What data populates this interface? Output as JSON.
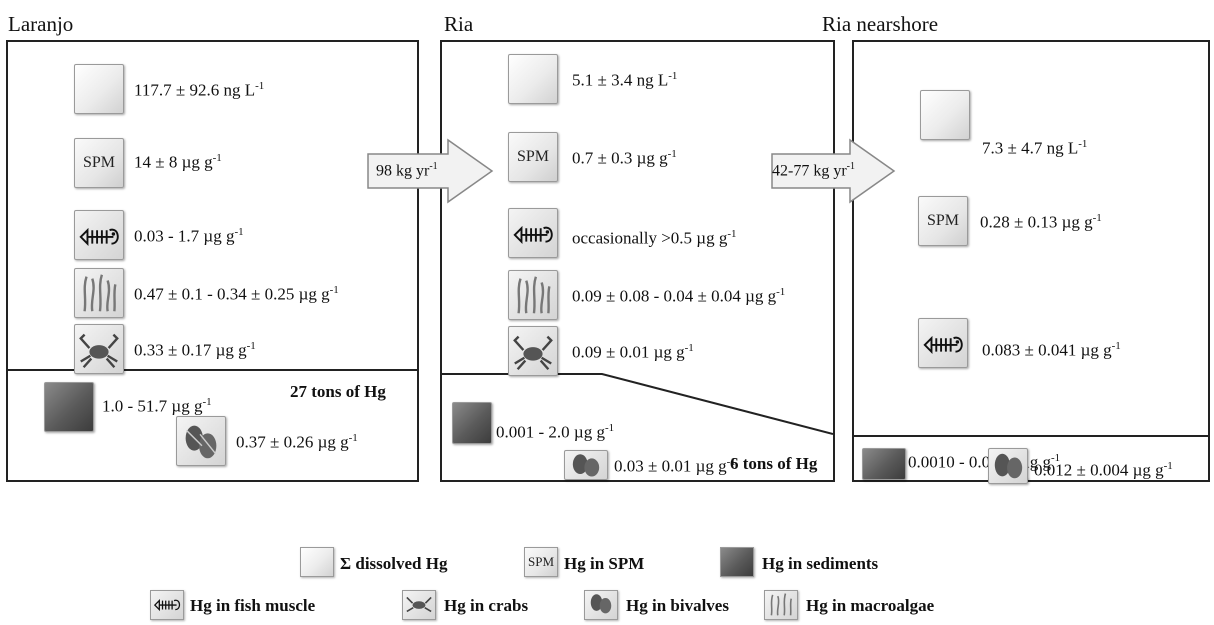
{
  "panels": {
    "laranjo": {
      "title": "Laranjo",
      "dissolved": "117.7 ± 92.6 ng L",
      "spm_label": "SPM",
      "spm": "14 ± 8 µg g",
      "fish": "0.03 - 1.7 µg g",
      "macroalgae": "0.47 ± 0.1 - 0.34 ± 0.25 µg g",
      "crabs": "0.33 ± 0.17 µg g",
      "sediments": "1.0 - 51.7 µg g",
      "tons": "27 tons of Hg",
      "bivalves": "0.37 ± 0.26 µg g"
    },
    "ria": {
      "title": "Ria",
      "dissolved": "5.1 ± 3.4 ng L",
      "spm_label": "SPM",
      "spm": "0.7 ± 0.3 µg g",
      "fish": "occasionally >0.5  µg g",
      "macroalgae": "0.09 ± 0.08 - 0.04 ± 0.04 µg g",
      "crabs": "0.09 ± 0.01 µg g",
      "sediments": "0.001 - 2.0 µg g",
      "tons": "6 tons of Hg",
      "bivalves": "0.03 ± 0.01 µg g"
    },
    "nearshore": {
      "title": "Ria nearshore",
      "dissolved": "7.3 ± 4.7 ng L",
      "spm_label": "SPM",
      "spm": "0.28 ± 0.13 µg g",
      "fish": "0.083 ± 0.041 µg g",
      "sediments": "0.0010 - 0.0086 µg g",
      "bivalves": "0.012 ± 0.004 µg g"
    }
  },
  "exponent": "-1",
  "arrows": {
    "flux1": "98 kg yr",
    "flux2": "42-77 kg yr"
  },
  "legend": {
    "dissolved": "Σ dissolved Hg",
    "spm_icon": "SPM",
    "spm": "Hg in SPM",
    "sediments": "Hg in sediments",
    "fish": "Hg in fish muscle",
    "crabs": "Hg in crabs",
    "bivalves": "Hg in bivalves",
    "macroalgae": "Hg in macroalgae"
  }
}
